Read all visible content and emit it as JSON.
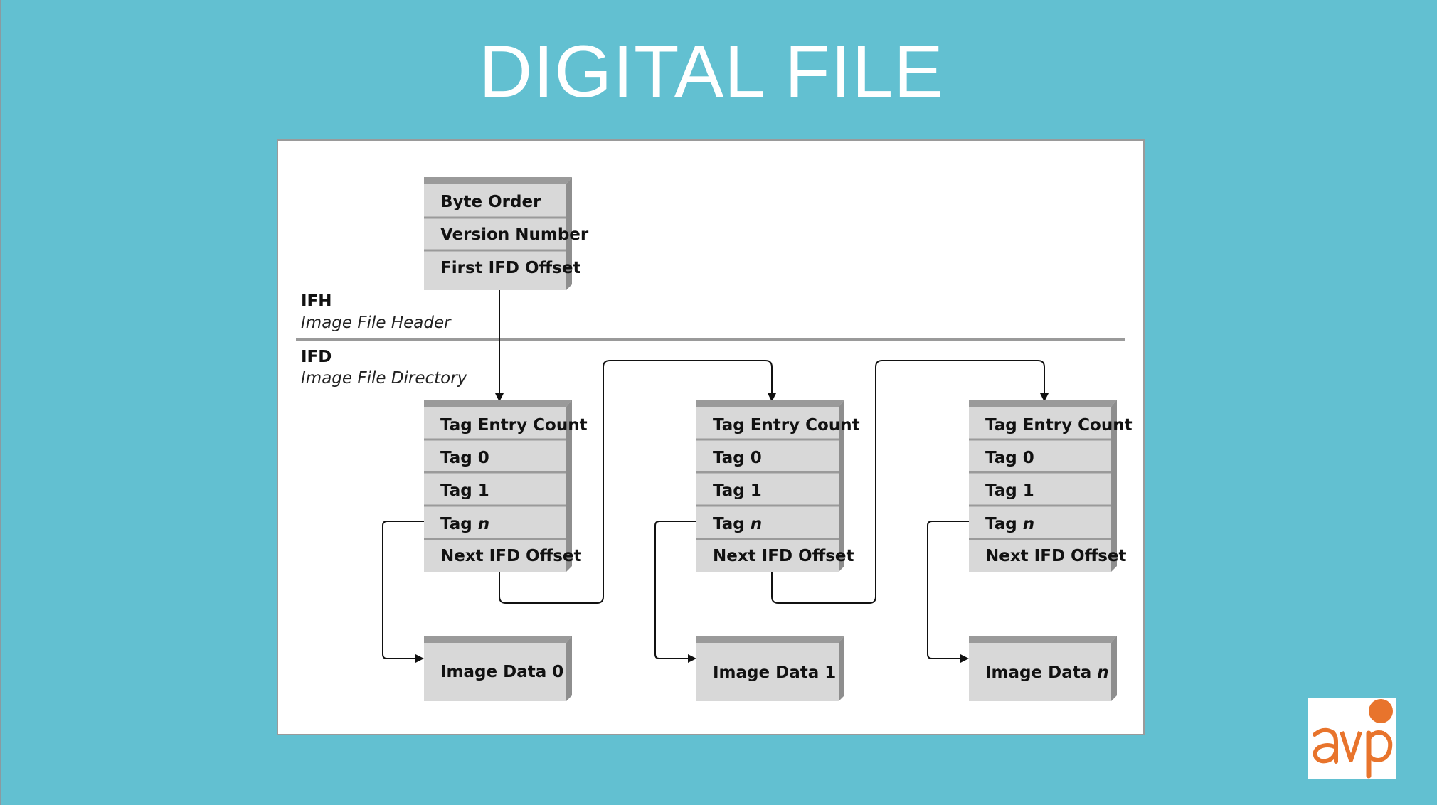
{
  "slide": {
    "title": "DIGITAL FILE"
  },
  "diagram": {
    "header_block": [
      "Byte Order",
      "Version Number",
      "First IFD Offset"
    ],
    "ifh": {
      "abbr": "IFH",
      "name": "Image File Header"
    },
    "ifd": {
      "abbr": "IFD",
      "name": "Image File Directory"
    },
    "directories": [
      {
        "rows": [
          "Tag Entry Count",
          "Tag 0",
          "Tag 1",
          "Tag n",
          "Next IFD Offset"
        ],
        "image_label": "Image Data 0"
      },
      {
        "rows": [
          "Tag Entry Count",
          "Tag 0",
          "Tag 1",
          "Tag n",
          "Next IFD Offset"
        ],
        "image_label": "Image Data 1"
      },
      {
        "rows": [
          "Tag Entry Count",
          "Tag 0",
          "Tag 1",
          "Tag n",
          "Next IFD Offset"
        ],
        "image_label": "Image Data n"
      }
    ]
  },
  "logo": {
    "text": "avp",
    "colors": {
      "orange": "#e8742c",
      "background": "#ffffff"
    }
  }
}
